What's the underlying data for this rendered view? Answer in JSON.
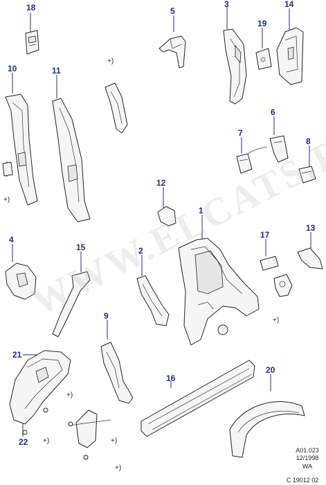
{
  "watermark": "WWW.ELCATS.RU",
  "callouts": [
    "1",
    "2",
    "3",
    "4",
    "5",
    "6",
    "7",
    "8",
    "9",
    "10",
    "11",
    "12",
    "13",
    "14",
    "15",
    "16",
    "17",
    "18",
    "19",
    "20",
    "21",
    "22"
  ],
  "plus_marker": "+)",
  "reference": {
    "line1": "A01.023",
    "line2": "12/1998",
    "line3": "WA",
    "line4": "C 19012 02"
  },
  "colors": {
    "callout": "#1f2a8a",
    "line": "#222222"
  }
}
